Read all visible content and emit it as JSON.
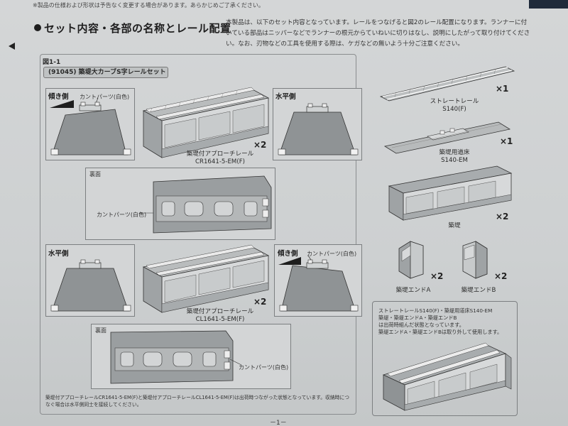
{
  "header": {
    "notice": "※製品の仕様および形状は予告なく変更する場合があります。あらかじめご了承ください。",
    "section_title": "セット内容・各部の名称とレール配置",
    "intro_text": "本製品は、以下のセット内容となっています。レールをつなげると図2のレール配置になります。ランナーに付いている部品はニッパーなどでランナーの根元からていねいに切りはなし、説明にしたがって取り付けてください。なお、刃物などの工具を使用する際は、ケガなどの無いよう十分ご注意ください。"
  },
  "figure": {
    "label": "図1-1",
    "set_name": "(91045) 築堤大カーブS字レールセット",
    "top_group": {
      "tilt_label": "傾き側",
      "cant_parts": "カントパーツ(白色)",
      "level_label": "水平側",
      "product_name": "築堤付アプローチレール",
      "product_code": "CR1641-5-EM(F)",
      "qty": "×2",
      "back_label": "裏面",
      "back_cant_parts": "カントパーツ(白色)"
    },
    "bottom_group": {
      "level_label": "水平側",
      "tilt_label": "傾き側",
      "cant_parts": "カントパーツ(白色)",
      "product_name": "築堤付アプローチレール",
      "product_code": "CL1641-5-EM(F)",
      "qty": "×2",
      "back_label": "裏面",
      "back_cant_parts": "カントパーツ(白色)"
    },
    "foot_note": "築堤付アプローチレールCR1641-5-EM(F)と築堤付アプローチレールCL1641-5-EM(F)は出荷時つながった状態となっています。収納時につなぐ場合は水平側同士を接続してください。"
  },
  "parts": [
    {
      "name": "ストレートレール",
      "code": "S140(F)",
      "qty": "×1"
    },
    {
      "name": "築堤用道床",
      "code": "S140-EM",
      "qty": "×1"
    },
    {
      "name": "築堤",
      "code": "",
      "qty": "×2"
    },
    {
      "name": "築堤エンドA",
      "code": "",
      "qty": "×2"
    },
    {
      "name": "築堤エンドB",
      "code": "",
      "qty": "×2"
    }
  ],
  "assembly_note": {
    "line1": "ストレートレールS140(F)・築堤用道床S140-EM",
    "line2": "築堤・築堤エンドA・築堤エンドB",
    "line3": "は出荷時組んだ状態となっています。",
    "line4": "築堤エンドA・築堤エンドBは取り外して使用します。"
  },
  "page_number": "－1－"
}
